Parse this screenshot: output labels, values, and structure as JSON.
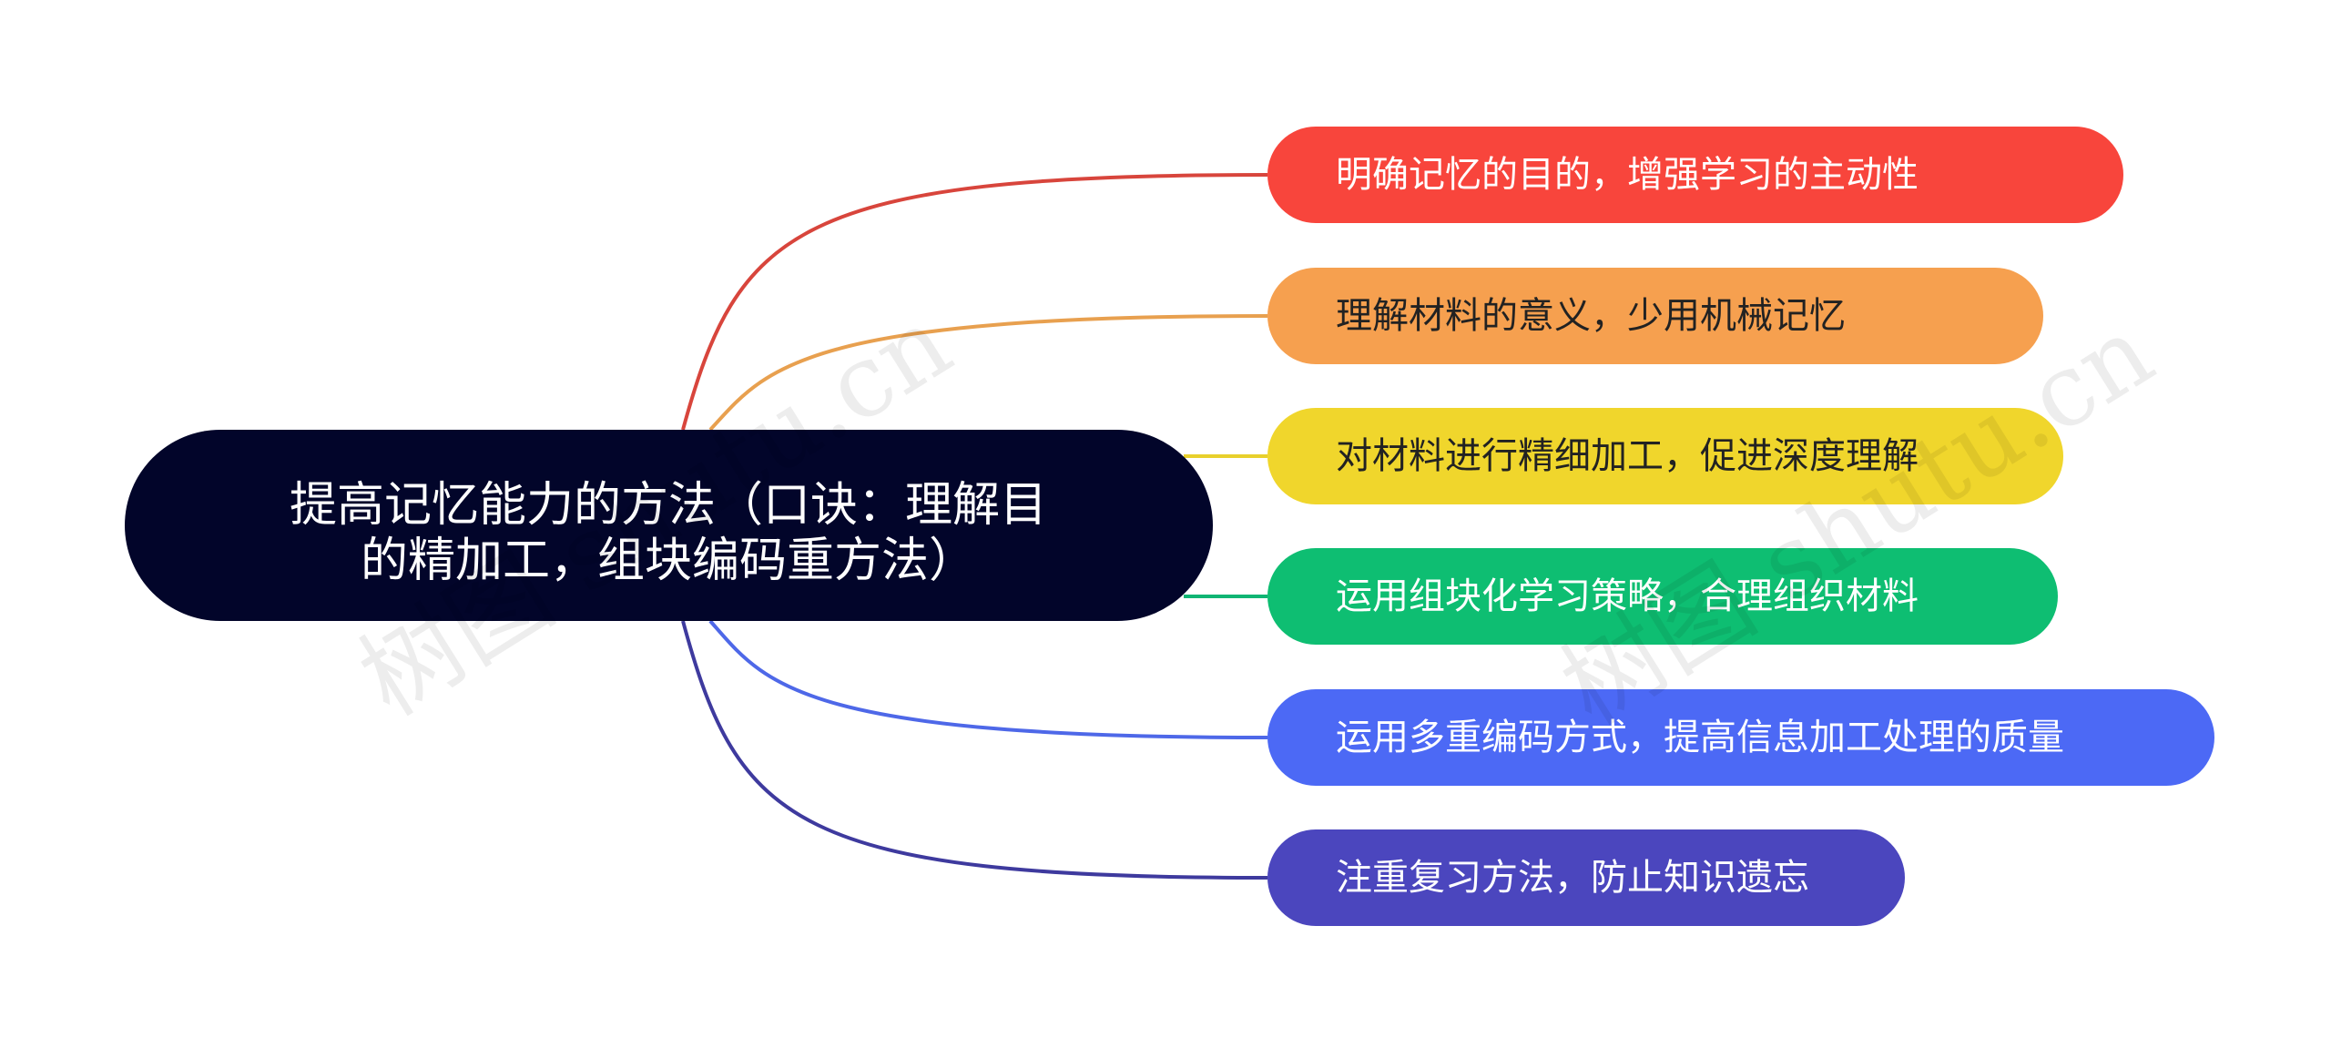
{
  "root": {
    "lines": [
      "提高记忆能力的方法（口诀：理解目",
      "的精加工，组块编码重方法）"
    ],
    "color": "#02052A",
    "text_color": "#FFFFFF"
  },
  "branches": [
    {
      "label": "明确记忆的目的，增强学习的主动性",
      "color": "#F8453C",
      "line_color": "#D8453C",
      "text_color": "#FFFFFF"
    },
    {
      "label": "理解材料的意义，少用机械记忆",
      "color": "#F6A04F",
      "line_color": "#E8A04F",
      "text_color": "#222222"
    },
    {
      "label": "对材料进行精细加工，促进深度理解",
      "color": "#F0D62C",
      "line_color": "#E8D02C",
      "text_color": "#222222"
    },
    {
      "label": "运用组块化学习策略，合理组织材料",
      "color": "#0EBE72",
      "line_color": "#10B573",
      "text_color": "#FFFFFF"
    },
    {
      "label": "运用多重编码方式，提高信息加工处理的质量",
      "color": "#4C69F5",
      "line_color": "#4E68E8",
      "text_color": "#FFFFFF"
    },
    {
      "label": "注重复习方法，防止知识遗忘",
      "color": "#4B46BE",
      "line_color": "#3E3A9E",
      "text_color": "#FFFFFF"
    }
  ],
  "watermarks": [
    "树图 shutu.cn",
    "树图 shutu.cn"
  ]
}
